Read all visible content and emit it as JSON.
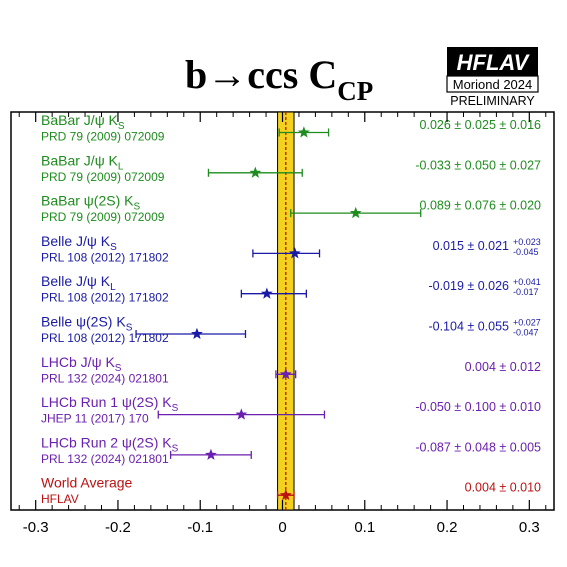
{
  "chart_data": {
    "type": "forest",
    "title": {
      "main": "b→ccs C",
      "sub": "CP"
    },
    "badge": {
      "logo": "HFLAV",
      "edition": "Moriond 2024",
      "status": "PRELIMINARY"
    },
    "xlim": [
      -0.33,
      0.33
    ],
    "xticks": [
      -0.3,
      -0.2,
      -0.1,
      0,
      0.1,
      0.2,
      0.3
    ],
    "xtick_labels": [
      "-0.3",
      "-0.2",
      "-0.1",
      "0",
      "0.1",
      "0.2",
      "0.3"
    ],
    "world_average_band": {
      "center": 0.004,
      "half_width": 0.01,
      "color": "#f2d21e"
    },
    "colors": {
      "babar": "#1e8c1e",
      "belle": "#1a1aa6",
      "lhcb": "#6a1fb0",
      "average": "#bb1111",
      "band": "#f2d21e"
    },
    "entries": [
      {
        "name": "BaBar J/ψ K",
        "sub": "S",
        "ref": "PRD 79 (2009) 072009",
        "value": 0.026,
        "lo": -0.004,
        "hi": 0.056,
        "result": "0.026 ± 0.025 ± 0.016",
        "group": "babar"
      },
      {
        "name": "BaBar J/ψ K",
        "sub": "L",
        "ref": "PRD 79 (2009) 072009",
        "value": -0.033,
        "lo": -0.09,
        "hi": 0.024,
        "result": "-0.033 ± 0.050 ± 0.027",
        "group": "babar"
      },
      {
        "name": "BaBar ψ(2S) K",
        "sub": "S",
        "ref": "PRD 79 (2009) 072009",
        "value": 0.089,
        "lo": 0.01,
        "hi": 0.168,
        "result": "0.089 ± 0.076 ± 0.020",
        "group": "babar"
      },
      {
        "name": "Belle J/ψ K",
        "sub": "S",
        "ref": "PRL 108 (2012) 171802",
        "value": 0.015,
        "lo": -0.036,
        "hi": 0.045,
        "result": "0.015 ± 0.021",
        "asym_up": "+0.023",
        "asym_down": "-0.045",
        "group": "belle"
      },
      {
        "name": "Belle J/ψ K",
        "sub": "L",
        "ref": "PRL 108 (2012) 171802",
        "value": -0.019,
        "lo": -0.05,
        "hi": 0.029,
        "result": "-0.019 ± 0.026",
        "asym_up": "+0.041",
        "asym_down": "-0.017",
        "group": "belle"
      },
      {
        "name": "Belle ψ(2S) K",
        "sub": "S",
        "ref": "PRL 108 (2012) 171802",
        "value": -0.104,
        "lo": -0.178,
        "hi": -0.045,
        "result": "-0.104 ± 0.055",
        "asym_up": "+0.027",
        "asym_down": "-0.047",
        "group": "belle"
      },
      {
        "name": "LHCb J/ψ K",
        "sub": "S",
        "ref": "PRL 132 (2024) 021801",
        "value": 0.004,
        "lo": -0.008,
        "hi": 0.016,
        "result": "0.004 ± 0.012",
        "group": "lhcb"
      },
      {
        "name": "LHCb Run 1 ψ(2S) K",
        "sub": "S",
        "ref": "JHEP 11 (2017) 170",
        "value": -0.05,
        "lo": -0.151,
        "hi": 0.051,
        "result": "-0.050 ± 0.100 ± 0.010",
        "group": "lhcb"
      },
      {
        "name": "LHCb Run 2 ψ(2S) K",
        "sub": "S",
        "ref": "PRL 132 (2024) 021801",
        "value": -0.087,
        "lo": -0.136,
        "hi": -0.038,
        "result": "-0.087 ± 0.048 ± 0.005",
        "group": "lhcb"
      },
      {
        "name": "World Average",
        "sub": "",
        "ref": "HFLAV",
        "value": 0.004,
        "lo": -0.006,
        "hi": 0.014,
        "result": "0.004 ± 0.010",
        "group": "average"
      }
    ]
  }
}
